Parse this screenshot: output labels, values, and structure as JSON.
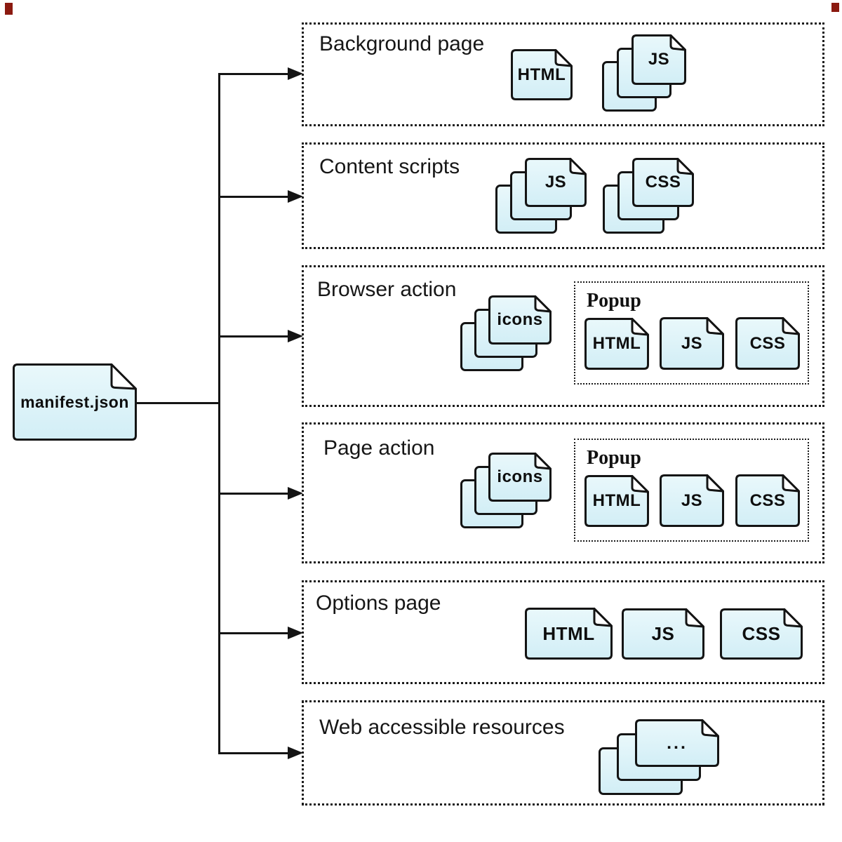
{
  "root_file": {
    "label": "manifest.json"
  },
  "sections": [
    {
      "title": "Background page",
      "files": [
        {
          "label": "HTML",
          "stack": "single"
        },
        {
          "label": "JS",
          "stack": "multi"
        }
      ]
    },
    {
      "title": "Content scripts",
      "files": [
        {
          "label": "JS",
          "stack": "multi"
        },
        {
          "label": "CSS",
          "stack": "multi"
        }
      ]
    },
    {
      "title": "Browser action",
      "files": [
        {
          "label": "icons",
          "stack": "multi"
        }
      ],
      "popup": {
        "title": "Popup",
        "files": [
          {
            "label": "HTML"
          },
          {
            "label": "JS"
          },
          {
            "label": "CSS"
          }
        ]
      }
    },
    {
      "title": "Page action",
      "files": [
        {
          "label": "icons",
          "stack": "multi"
        }
      ],
      "popup": {
        "title": "Popup",
        "files": [
          {
            "label": "HTML"
          },
          {
            "label": "JS"
          },
          {
            "label": "CSS"
          }
        ]
      }
    },
    {
      "title": "Options page",
      "files": [
        {
          "label": "HTML"
        },
        {
          "label": "JS"
        },
        {
          "label": "CSS"
        }
      ]
    },
    {
      "title": "Web accessible resources",
      "files": [
        {
          "label": "...",
          "stack": "multi"
        }
      ]
    }
  ],
  "colors": {
    "doc_fill_top": "#e9f8fb",
    "doc_fill_bottom": "#d2eef6",
    "line": "#141414",
    "artifact_red": "#8b1a10"
  }
}
